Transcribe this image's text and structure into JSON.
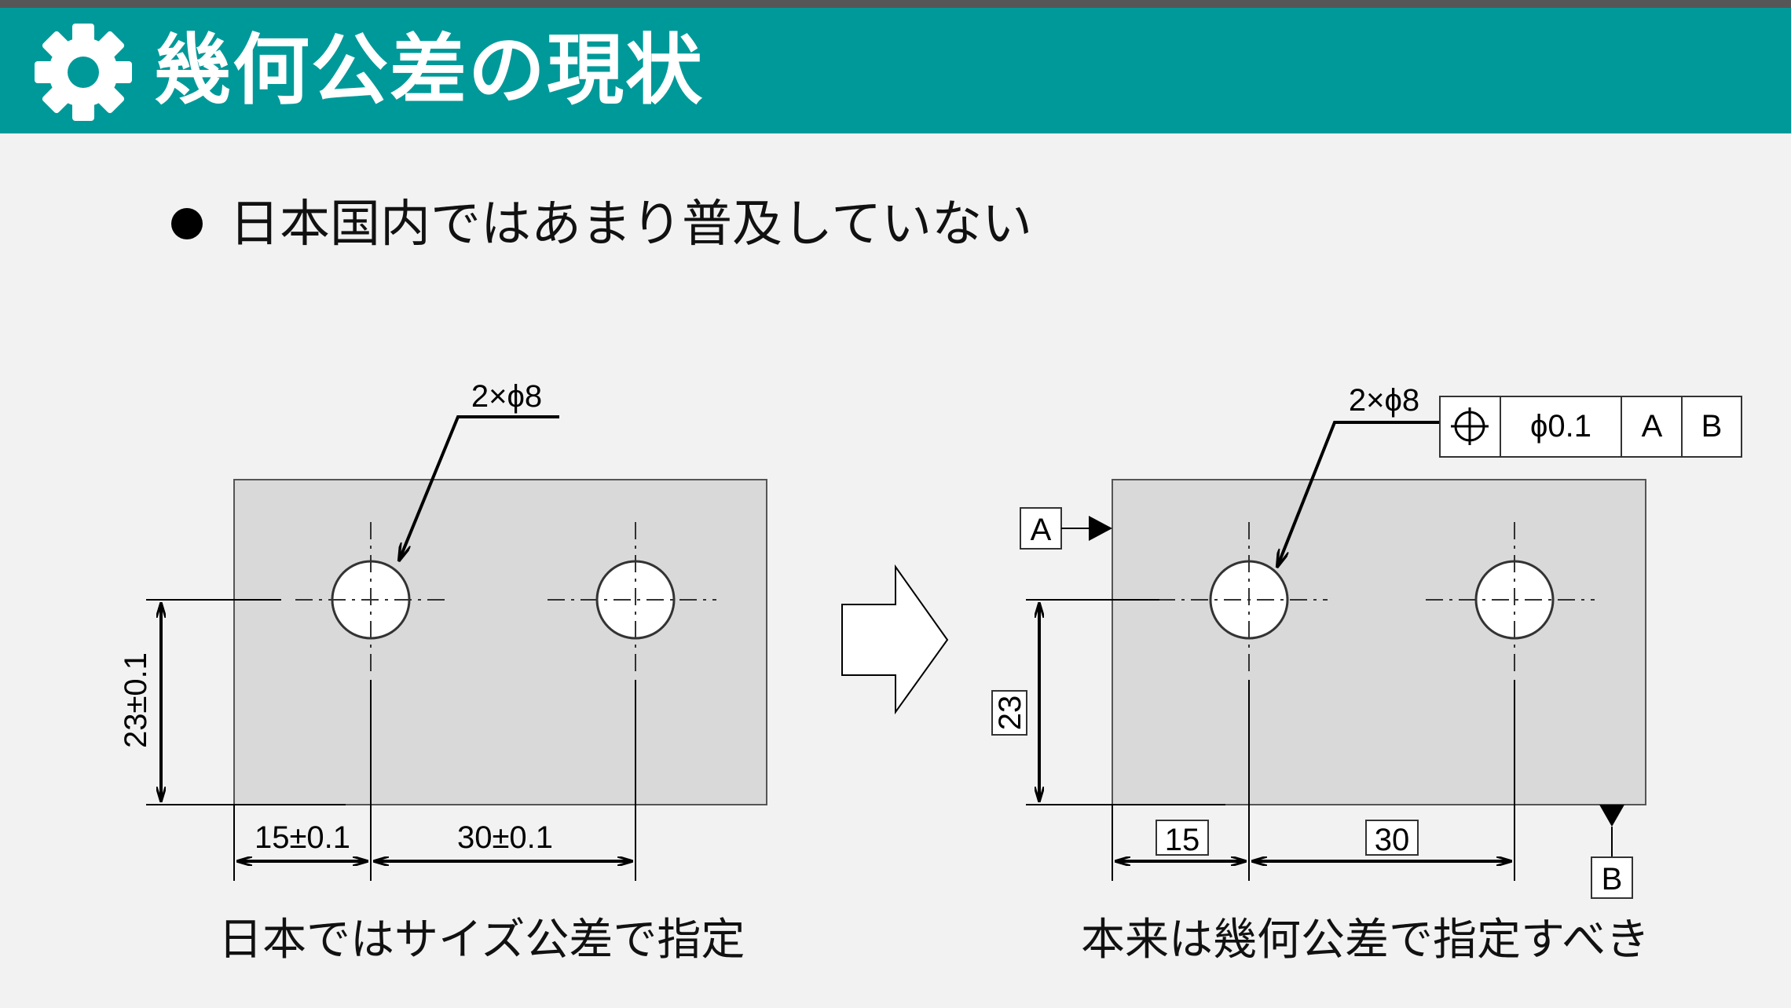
{
  "header": {
    "title": "幾何公差の現状",
    "icon": "gear-icon",
    "color": "#009999"
  },
  "bullet": {
    "text": "日本国内ではあまり普及していない"
  },
  "left_drawing": {
    "callout": "2×ϕ8",
    "vertical_dim": "23±0.1",
    "dim_left": "15±0.1",
    "dim_right": "30±0.1",
    "caption": "日本ではサイズ公差で指定"
  },
  "right_drawing": {
    "callout": "2×ϕ8",
    "frame": {
      "symbol": "position-icon",
      "tolerance": "ϕ0.1",
      "datum1": "A",
      "datum2": "B"
    },
    "datum_a": "A",
    "datum_b": "B",
    "vertical_dim": "23",
    "dim_left": "15",
    "dim_right": "30",
    "caption": "本来は幾何公差で指定すべき"
  }
}
